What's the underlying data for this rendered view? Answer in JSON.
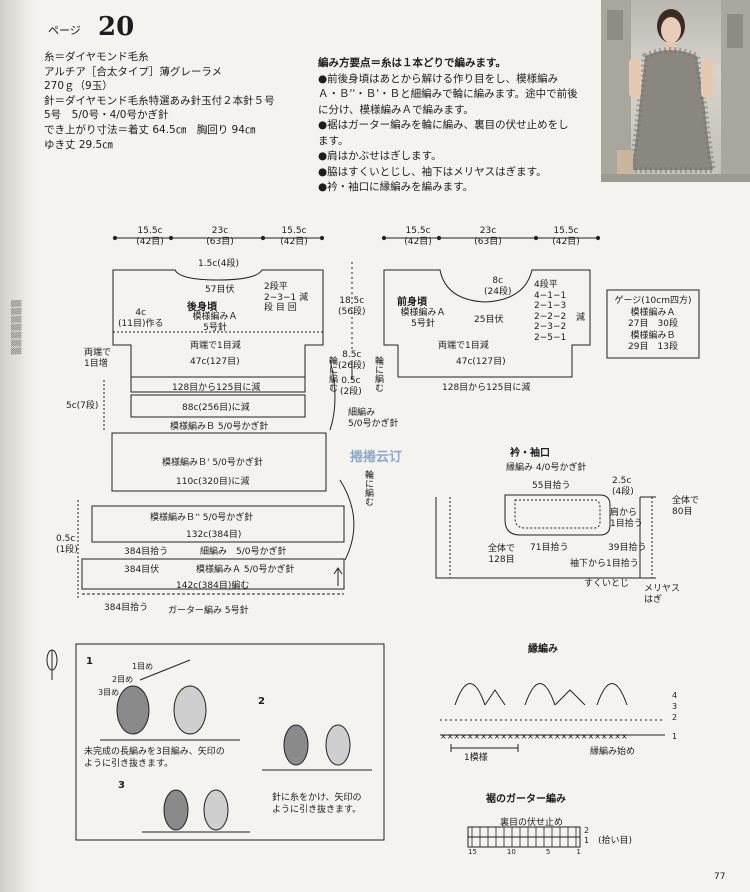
{
  "header": {
    "page_label": "ページ",
    "pattern_number": "20"
  },
  "materials": [
    "糸＝ダイヤモンド毛糸",
    "アルチア［合太タイプ］薄グレーラメ",
    "270ｇ（9玉）",
    "針＝ダイヤモンド毛糸特選あみ針玉付２本針５号",
    "5号　5/0号・4/0号かぎ針",
    "でき上がり寸法＝着丈 64.5㎝　胸回り 94㎝",
    "ゆき丈 29.5㎝"
  ],
  "notes": {
    "title": "編み方要点＝糸は１本どりで編みます。",
    "lines": [
      "●前後身頃はあとから解ける作り目をし、模様編み",
      "Ａ・Ｂ''・Ｂ'・Ｂと細編みで輪に編みます。途中で前後",
      "に分け、模様編みＡで編みます。",
      "●裾はガーター編みを輪に編み、裏目の伏せ止めをし",
      "ます。",
      "●肩はかぶせはぎします。",
      "●脇はすくいとじし、袖下はメリヤスはぎます。",
      "●衿・袖口に縁編みを編みます。"
    ]
  },
  "back_body": {
    "title": "後身頃",
    "pattern": "模様編みＡ",
    "needle": "5号針",
    "top_dims": [
      "15.5c",
      "(42目)",
      "23c",
      "(63目)",
      "15.5c",
      "(42目)"
    ],
    "neck_rows": "1.5c(4段)",
    "neck_stitches": "57目伏",
    "shoulder_rows": [
      "2段平",
      "2−3−1 減",
      "段 目 回"
    ],
    "armhole": [
      "4c",
      "(11目)作る"
    ],
    "both_ends_dec": "両端で1目減",
    "side_inc": [
      "両端で",
      "1目増"
    ],
    "width": "47c(127目)"
  },
  "front_body": {
    "title": "前身頃",
    "pattern": "模様編みＡ",
    "needle": "5号針",
    "top_dims": [
      "15.5c",
      "(42目)",
      "23c",
      "(63目)",
      "15.5c",
      "(42目)"
    ],
    "neck_depth": [
      "8c",
      "(24段)"
    ],
    "neck_flat": "25目伏",
    "dec_table": [
      "4段平",
      "4−1−1",
      "2−1−3",
      "2−2−2",
      "2−3−2",
      "2−5−1"
    ],
    "dec_label": "減",
    "both_ends_dec": "両端で1目減",
    "width": "47c(127目)"
  },
  "middle": {
    "armhole_depth": [
      "18.5c",
      "(56段)"
    ],
    "depth_8_5": [
      "8.5c",
      "(26段)"
    ],
    "depth_0_5": [
      "0.5c",
      "(2段)"
    ],
    "in_round": "輪に編む",
    "sc": [
      "細編み",
      "5/0号かぎ針"
    ]
  },
  "skirt": {
    "dec_128": "128目から125目に減",
    "side_7": "5c(7段)",
    "dec_88": "88c(256目)に減",
    "patB": "模様編みＢ 5/0号かぎ針",
    "patB1": "模様編みＢ' 5/0号かぎ針",
    "w110": "110c(320目)に減",
    "patB2": "模様編みＢ'' 5/0号かぎ針",
    "w132": "132c(384目)",
    "s384b": "384目拾う",
    "sc5": "細編み　5/0号かぎ針",
    "s384c": "384目伏",
    "patA": "模様編みＡ 5/0号かぎ針",
    "w142": "142c(384目)編む",
    "s384d": "384目拾う",
    "garter": "ガーター編み 5号針",
    "left_labels": [
      "0.5c",
      "(1段)"
    ],
    "in_round": "輪に編む"
  },
  "gauge": {
    "title": "ゲージ(10cm四方)",
    "rows": [
      "模様編みＡ",
      "27目　30段",
      "模様編みＢ",
      "29目　13段"
    ]
  },
  "collar": {
    "title": "衿・袖口",
    "subtitle": "縁編み 4/0号かぎ針",
    "pick_55": "55目拾う",
    "pick_71": "71目拾う",
    "total_128": [
      "全体で",
      "128目"
    ],
    "depth_25": [
      "2.5c",
      "(4段)"
    ],
    "shoulder": [
      "肩から",
      "1目拾う"
    ],
    "pick_39": "39目拾う",
    "pick_15": "袖下から1目拾う",
    "total_80": [
      "全体で",
      "80目"
    ],
    "sukui": "すくいとじ",
    "meriyasu": [
      "メリヤス",
      "はぎ"
    ]
  },
  "edging": {
    "title": "縁編み",
    "start": "縁編み始め",
    "repeat": "1模様",
    "rows": [
      "4",
      "3",
      "2",
      "1"
    ]
  },
  "garter": {
    "title": "裾のガーター編み",
    "bind_off": "裏目の伏せ止め",
    "rows": [
      "2",
      "1"
    ],
    "pick_label": "(拾い目)",
    "scale": [
      "15",
      "10",
      "5",
      "1"
    ]
  },
  "steps": {
    "s1": "1",
    "s2": "2",
    "s3": "3",
    "loop_labels": [
      "1目め",
      "2目め",
      "3目め"
    ],
    "caption1": [
      "未完成の長編みを3目編み、矢印の",
      "ように引き抜きます。"
    ],
    "caption2": [
      "針に糸をかけ、矢印の",
      "ように引き抜きます。"
    ]
  },
  "watermark": "捲捲云订",
  "page_number": "77"
}
